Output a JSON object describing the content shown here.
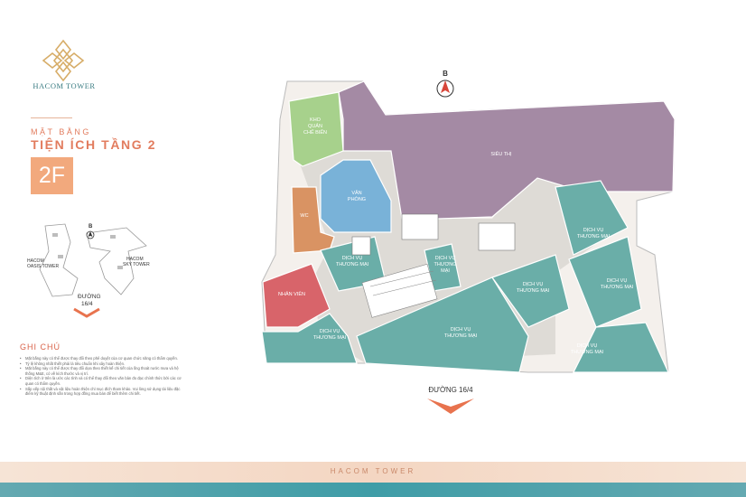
{
  "brand": {
    "name": "HACOM TOWER"
  },
  "title": {
    "line1": "MẶT BẰNG",
    "line2": "TIỆN ÍCH TẦNG 2",
    "floor": "2F"
  },
  "mini_map": {
    "compass": "B",
    "tower_left": "HACOM\nOASIS TOWER",
    "tower_right": "HACOM\nSKY TOWER",
    "street": "ĐƯỜNG\n16/4"
  },
  "notes": {
    "heading": "GHI CHÚ",
    "items": [
      "Mặt bằng này có thể được thay đổi theo phê duyệt của cơ quan chức năng có thẩm quyền.",
      "Tỷ lệ không nhất thiết phải là tiêu chuẩn khi xây hoàn thiện.",
      "Mặt bằng này có thể được thay đổi dựa theo thiết kế chi tiết của ống thoát nước mưa và hệ thống M&E, có về kích thước và vị trí.",
      "Diện tích ở trên là ước các tính và có thể thay đổi theo văn bản đo đạc chính thức bởi các cơ quan có thẩm quyền.",
      "Sắp xếp nội thất và vật liệu hoàn thiện chỉ mục đích tham khảo. Vui lòng sử dụng tài liệu đặc điểm kỹ thuật định sẵn trong hợp đồng mua bán để biết thêm chi tiết."
    ]
  },
  "plan": {
    "compass": "B",
    "street": "ĐƯỜNG 16/4",
    "zones": {
      "kho": "KHO\nQUẢN\nCHẾ BIẾN",
      "sieu_thi": "SIÊU THỊ",
      "van_phong": "VĂN\nPHÒNG",
      "wc": "WC",
      "nhan_vien": "NHÂN VIÊN",
      "dv1": "DỊCH VỤ\nTHƯƠNG MẠI",
      "dv2": "DỊCH VỤ\nTHƯƠNG\nMẠI",
      "dv3": "DỊCH VỤ\nTHƯƠNG MẠI",
      "dv4": "DỊCH VỤ\nTHƯƠNG MẠI",
      "dv5": "DỊCH VỤ\nTHƯƠNG MẠI",
      "dv6": "DỊCH VỤ\nTHƯƠNG MẠI",
      "dv7": "DỊCH VỤ\nTHƯƠNG MẠI",
      "dv8": "DỊCH VỤ\nTHƯƠNG MẠI"
    },
    "colors": {
      "sieu_thi": "#a48aa4",
      "kho": "#a7d18c",
      "van_phong": "#79b2d8",
      "wc": "#d99363",
      "nhan_vien": "#d8646a",
      "dich_vu": "#6aaea8",
      "street_arrow": "#e8734e"
    }
  },
  "footer": {
    "text": "HACOM TOWER"
  }
}
